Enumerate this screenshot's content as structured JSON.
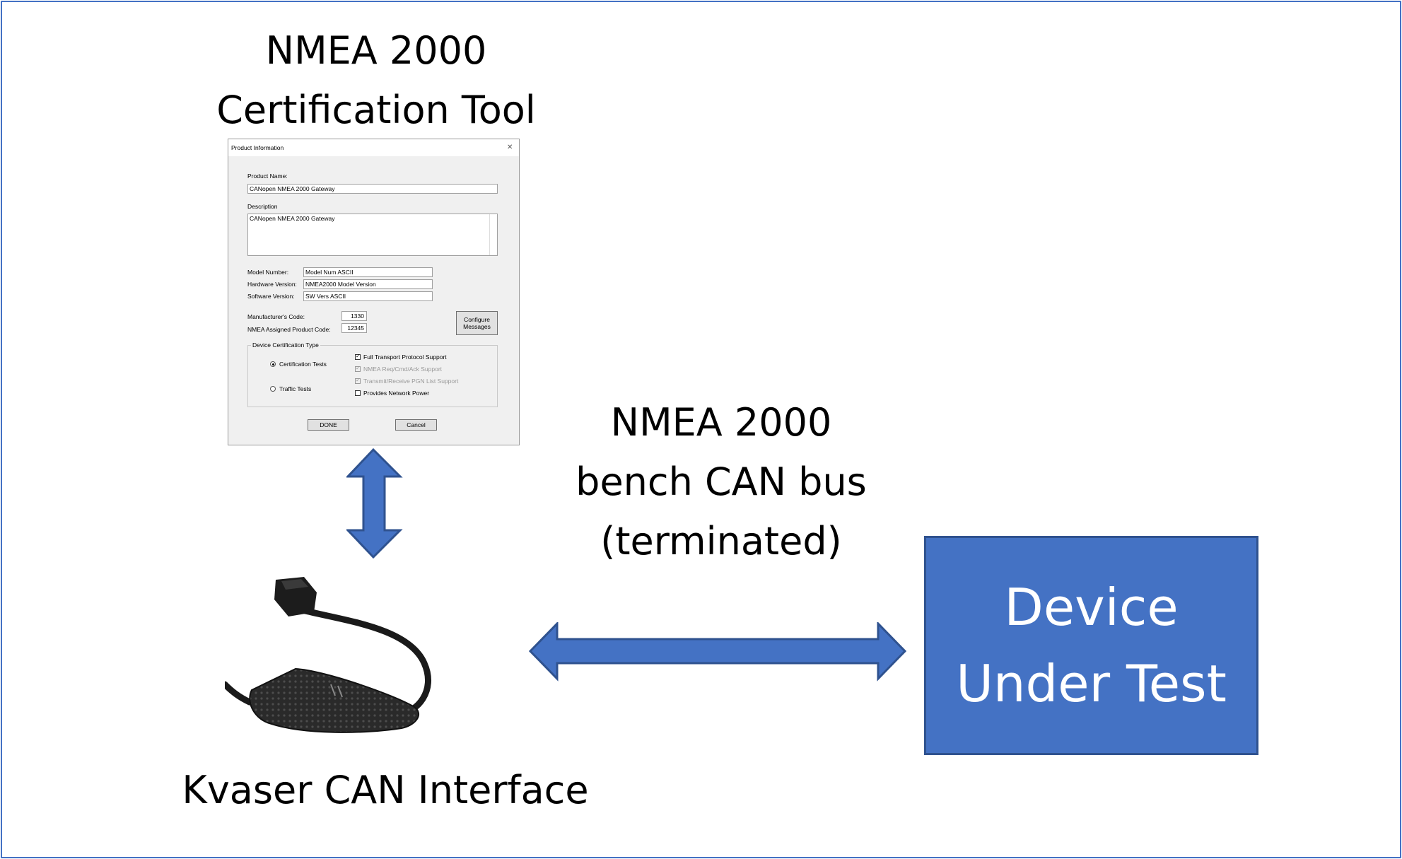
{
  "tool_title_line1": "NMEA 2000",
  "tool_title_line2": "Certification Tool",
  "bus_label_line1": "NMEA 2000",
  "bus_label_line2": "bench CAN bus",
  "bus_label_line3": "(terminated)",
  "interface_label": "Kvaser CAN Interface",
  "dut_line1": "Device",
  "dut_line2": "Under Test",
  "colors": {
    "accent": "#4472c4",
    "accent_border": "#2f528f"
  },
  "dialog": {
    "title": "Product Information",
    "close": "✕",
    "product_name_label": "Product Name:",
    "product_name_value": "CANopen NMEA 2000 Gateway",
    "description_label": "Description",
    "description_value": "CANopen NMEA 2000 Gateway",
    "model_number_label": "Model Number:",
    "model_number_value": "Model Num ASCII",
    "hardware_version_label": "Hardware Version:",
    "hardware_version_value": "NMEA2000 Model Version",
    "software_version_label": "Software Version:",
    "software_version_value": "SW Vers ASCII",
    "manufacturer_code_label": "Manufacturer's Code:",
    "manufacturer_code_value": "1330",
    "product_code_label": "NMEA Assigned Product Code:",
    "product_code_value": "12345",
    "configure_line1": "Configure",
    "configure_line2": "Messages",
    "group_label": "Device Certification Type",
    "radio_cert": "Certification Tests",
    "radio_traffic": "Traffic Tests",
    "chk_transport": "Full Transport Protocol Support",
    "chk_reqcmd": "NMEA Req/Cmd/Ack Support",
    "chk_pgnlist": "Transmit/Receive PGN List Support",
    "chk_power": "Provides Network Power",
    "done": "DONE",
    "cancel": "Cancel"
  }
}
